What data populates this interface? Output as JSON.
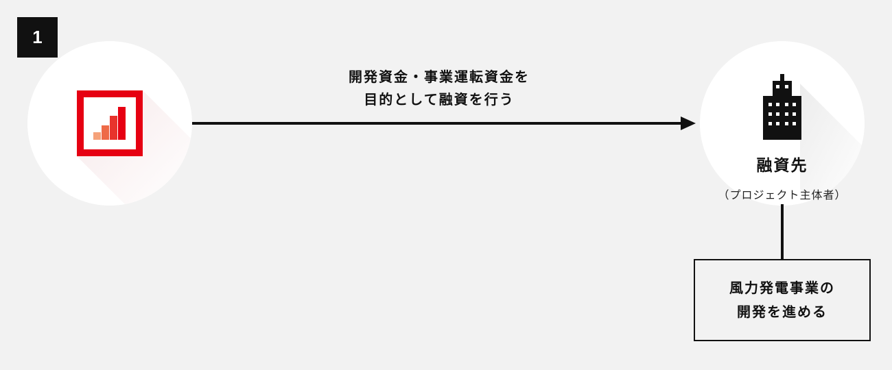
{
  "step": {
    "number": "1"
  },
  "lender": {
    "logo_icon": "red-square-rising-bars-logo",
    "brand_color": "#e60012",
    "bar_colors": [
      "#f5a27a",
      "#ee6a47",
      "#e8332c",
      "#e60012"
    ]
  },
  "flow": {
    "caption_line1": "開発資金・事業運転資金を",
    "caption_line2": "目的として融資を行う",
    "arrow_icon": "right-arrow-icon"
  },
  "borrower": {
    "icon": "office-building-icon",
    "title": "融資先",
    "subtitle": "（プロジェクト主体者）"
  },
  "activity": {
    "line1": "風力発電事業の",
    "line2": "開発を進める"
  },
  "colors": {
    "background": "#f2f2f2",
    "ink": "#111111",
    "circle": "#ffffff"
  }
}
